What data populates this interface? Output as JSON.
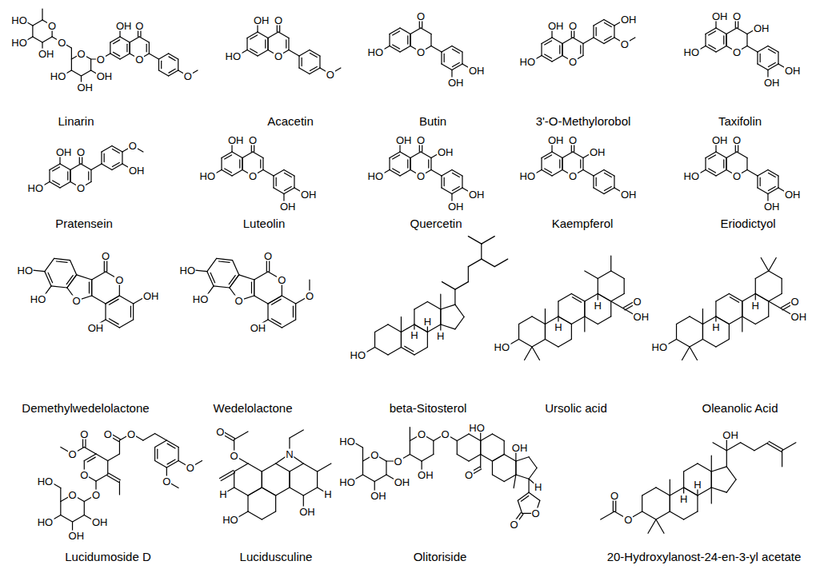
{
  "diagram": {
    "labels": [
      "Linarin",
      "O",
      "OH",
      "O",
      "O",
      "O",
      "O",
      "O",
      "OH",
      "OH",
      "HO",
      "O",
      "HO",
      "HO",
      "OH",
      "Acacetin",
      "O",
      "OH",
      "O",
      "HO",
      "O",
      "Butin",
      "O",
      "O",
      "HO",
      "OH",
      "OH",
      "3'-O-Methylorobol",
      "O",
      "OH",
      "O",
      "HO",
      "OH",
      "O",
      "Taxifolin",
      "O",
      "OH",
      "O",
      "HO",
      "OH",
      "OH",
      "OH",
      "Pratensein",
      "O",
      "OH",
      "O",
      "HO",
      "O",
      "OH",
      "Luteolin",
      "O",
      "OH",
      "O",
      "HO",
      "OH",
      "OH",
      "Quercetin",
      "O",
      "OH",
      "O",
      "HO",
      "OH",
      "OH",
      "OH",
      "Kaempferol",
      "O",
      "OH",
      "O",
      "HO",
      "OH",
      "OH",
      "Eriodictyol",
      "O",
      "OH",
      "O",
      "HO",
      "OH",
      "OH",
      "Demethylwedelolactone",
      "O",
      "O",
      "O",
      "HO",
      "HO",
      "OH",
      "OH",
      "Wedelolactone",
      "O",
      "O",
      "O",
      "HO",
      "HO",
      "O",
      "OH",
      "beta-Sitosterol",
      "HO",
      "H",
      "H",
      "H",
      "Ursolic acid",
      "HO",
      "H",
      "H",
      "O",
      "OH",
      "Oleanolic Acid",
      "HO",
      "H",
      "H",
      "O",
      "OH",
      "Lucidumoside D",
      "O",
      "O",
      "O",
      "O",
      "O",
      "O",
      "O",
      "O",
      "O",
      "HO",
      "HO",
      "OH",
      "OH",
      "Lucidusculine",
      "O",
      "O",
      "H",
      "HO",
      "OH",
      "N",
      "H",
      "Olitoriside",
      "O",
      "O",
      "OH",
      "O",
      "O",
      "HO",
      "HO",
      "OH",
      "OH",
      "HO",
      "O",
      "OH",
      "H",
      "O",
      "O",
      "20-Hydroxylanost-24-en-3-yl acetate",
      "O",
      "O",
      "OH",
      "H",
      "H"
    ]
  }
}
